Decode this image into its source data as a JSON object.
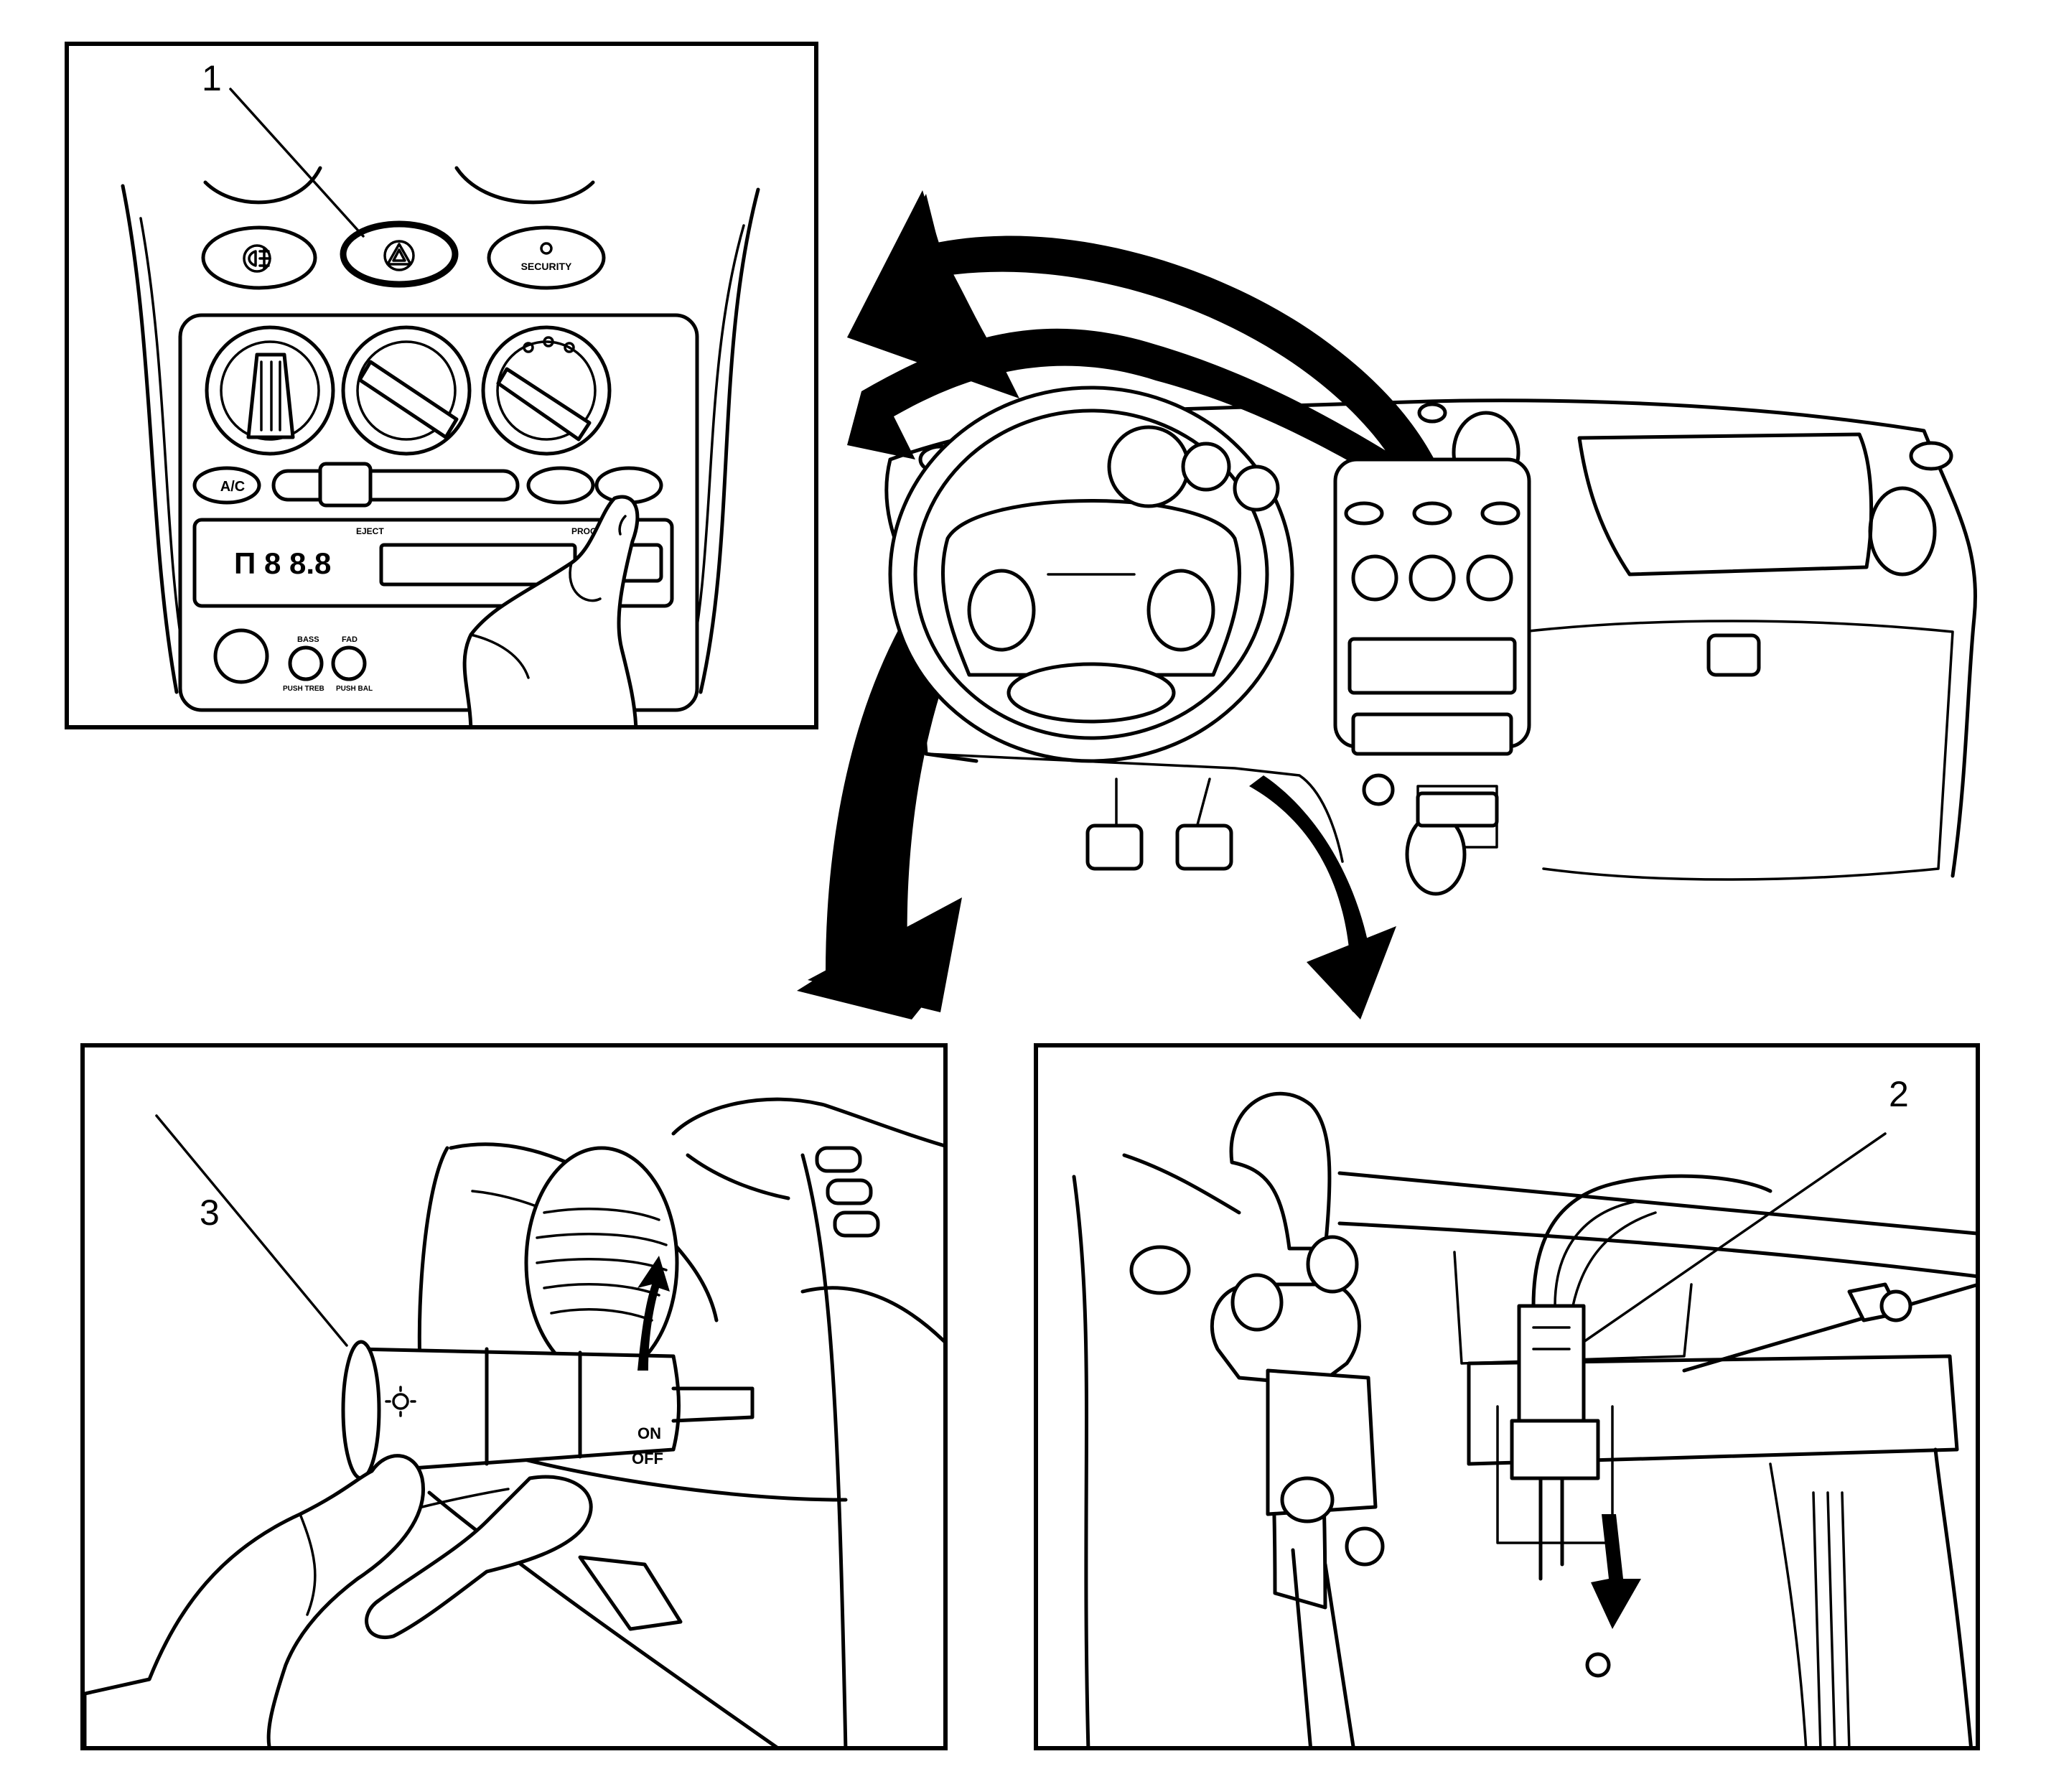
{
  "callouts": {
    "c1": "1",
    "c2": "2",
    "c3": "3"
  },
  "switch_labels": {
    "security": "SECURITY",
    "ac": "A/C",
    "eject": "EJECT",
    "program": "PROGRAM",
    "bass": "BASS",
    "fad": "FAD",
    "push_treb": "PUSH TREB",
    "push_bal": "PUSH BAL",
    "radio_display": "Π 8 8.8",
    "stalk_on": "ON",
    "stalk_off": "OFF"
  },
  "icons": {
    "hazard": "hazard-triangle-icon",
    "fog": "fog-lamp-icon",
    "security": "security-icon",
    "brake_arrow": "arrow-down-icon",
    "stalk_arrow": "arrow-up-icon"
  }
}
